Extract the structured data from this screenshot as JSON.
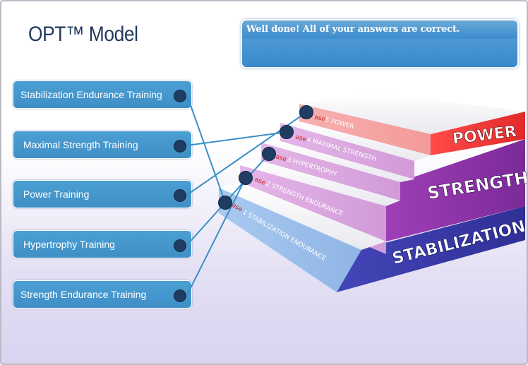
{
  "page": {
    "title": "OPT™ Model",
    "feedback": "Well done! All of your answers are correct."
  },
  "options": [
    {
      "label": "Stabilization Endurance Training"
    },
    {
      "label": "Maximal Strength Training"
    },
    {
      "label": "Power Training"
    },
    {
      "label": "Hypertrophy Training"
    },
    {
      "label": "Strength Endurance Training"
    }
  ],
  "pyramid": {
    "levels": {
      "power": "POWER",
      "strength": "STRENGTH",
      "stabilization": "STABILIZATION"
    },
    "phases": [
      {
        "prefix": "ase",
        "text": "1 STABILIZATION ENDURANCE"
      },
      {
        "prefix": "ase",
        "text": "2 STRENGTH ENDURANCE"
      },
      {
        "prefix": "ase",
        "text": "3 HYPERTROPHY"
      },
      {
        "prefix": "ase",
        "text": "4 MAXIMAL STRENGTH"
      },
      {
        "prefix": "ase",
        "text": "5 POWER"
      }
    ]
  },
  "colors": {
    "button": "#3f8fc6",
    "dot": "#1f3d63",
    "line": "#3a8fc4",
    "power": "#ee3b3b",
    "strength": "#8e35a6",
    "stabilization": "#3c3ea8"
  }
}
